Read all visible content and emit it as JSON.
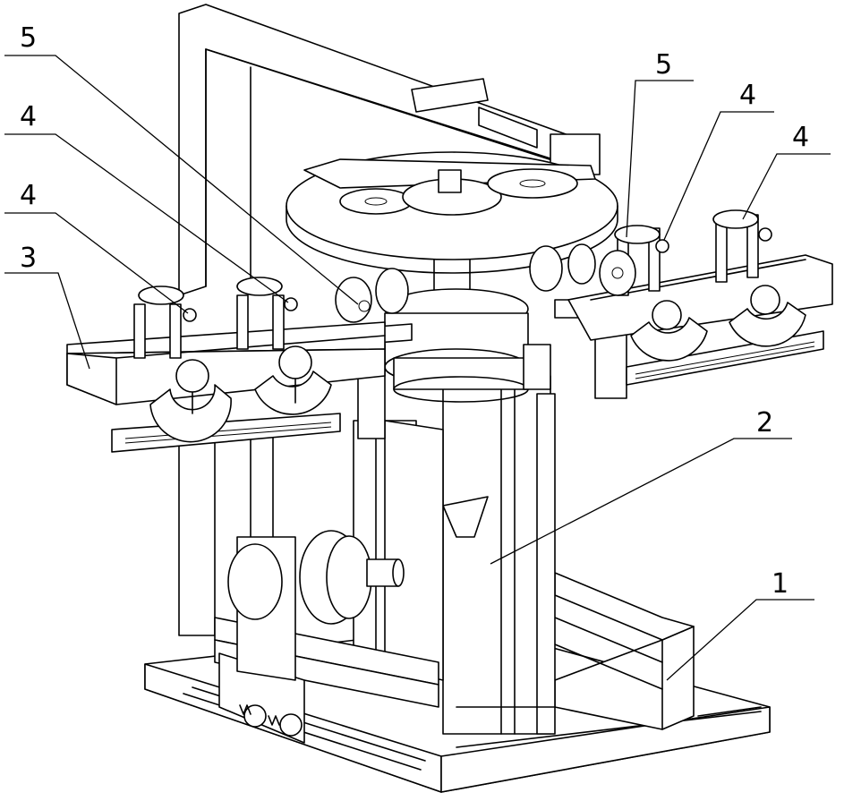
{
  "colors": {
    "ink": "#000000",
    "paper": "#ffffff"
  },
  "callouts": [
    {
      "id": "left-5",
      "label": "5"
    },
    {
      "id": "left-4a",
      "label": "4"
    },
    {
      "id": "left-4b",
      "label": "4"
    },
    {
      "id": "left-3",
      "label": "3"
    },
    {
      "id": "right-5",
      "label": "5"
    },
    {
      "id": "right-4a",
      "label": "4"
    },
    {
      "id": "right-4b",
      "label": "4"
    },
    {
      "id": "right-2",
      "label": "2"
    },
    {
      "id": "right-1",
      "label": "1"
    }
  ]
}
